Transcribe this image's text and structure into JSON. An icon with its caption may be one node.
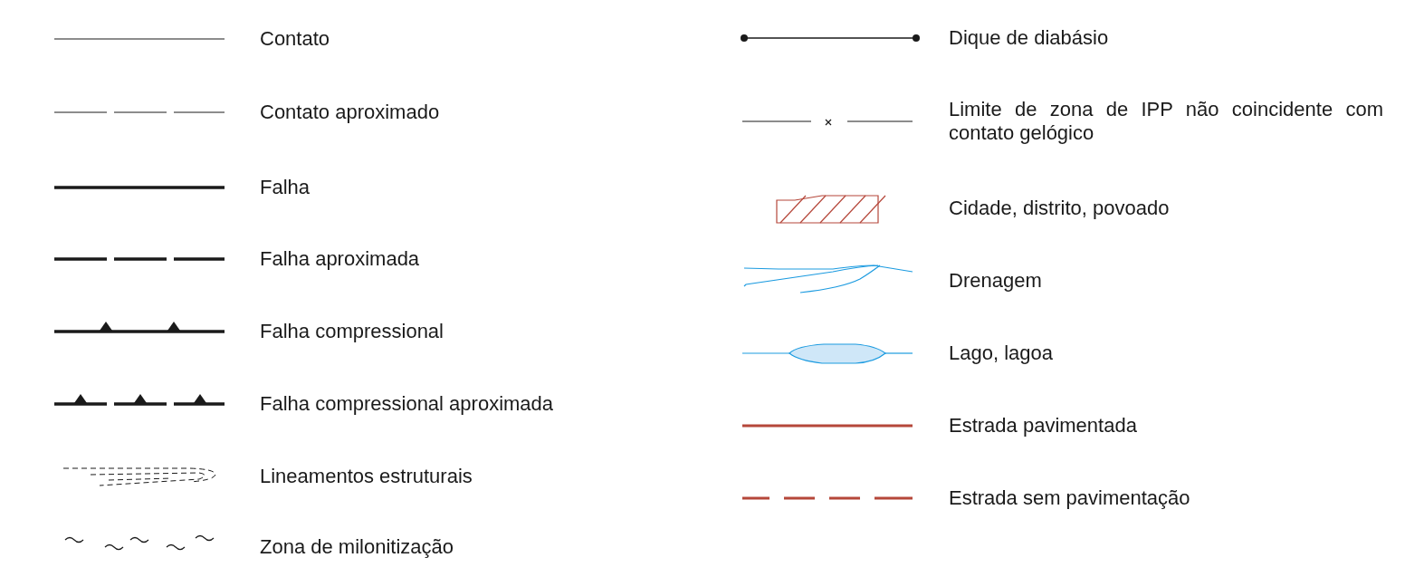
{
  "diagram": {
    "legend": [
      {
        "text": "Contato"
      },
      {
        "text": "Contato aproximado"
      },
      {
        "text": "Falha"
      },
      {
        "text": "Falha aproximada"
      },
      {
        "text": "Falha compressional"
      },
      {
        "text": "Falha compressional aproximada"
      },
      {
        "text": "Lineamentos estruturais"
      },
      {
        "text": "Zona de milonitização"
      },
      {
        "text": "Dique de diabásio"
      },
      {
        "text": "Limite de zona de IPP não coincidente com contato gelógico"
      },
      {
        "text": "Cidade, distrito, povoado"
      },
      {
        "text": "Drenagem"
      },
      {
        "text": "Lago, lagoa"
      },
      {
        "text": "Estrada pavimentada"
      },
      {
        "text": "Estrada sem pavimentação"
      }
    ]
  }
}
